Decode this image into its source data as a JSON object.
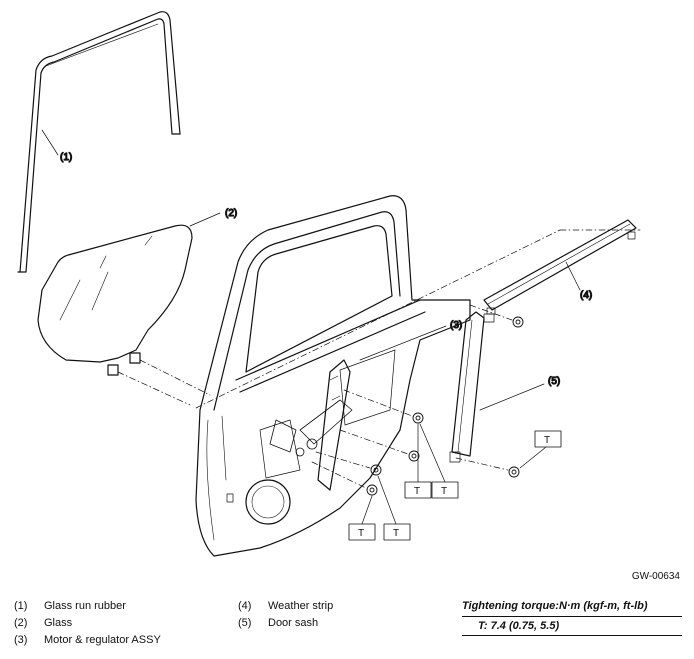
{
  "callouts": [
    "(1)",
    "(2)",
    "(3)",
    "(4)",
    "(5)"
  ],
  "torque_box_label": "T",
  "figure_id": "GW-00634",
  "legend": [
    {
      "num": "(1)",
      "label": "Glass run rubber"
    },
    {
      "num": "(2)",
      "label": "Glass"
    },
    {
      "num": "(3)",
      "label": "Motor & regulator ASSY"
    },
    {
      "num": "(4)",
      "label": "Weather strip"
    },
    {
      "num": "(5)",
      "label": "Door sash"
    }
  ],
  "torque": {
    "title": "Tightening torque:N·m (kgf-m, ft-lb)",
    "value": "T:   7.4 (0.75, 5.5)"
  }
}
